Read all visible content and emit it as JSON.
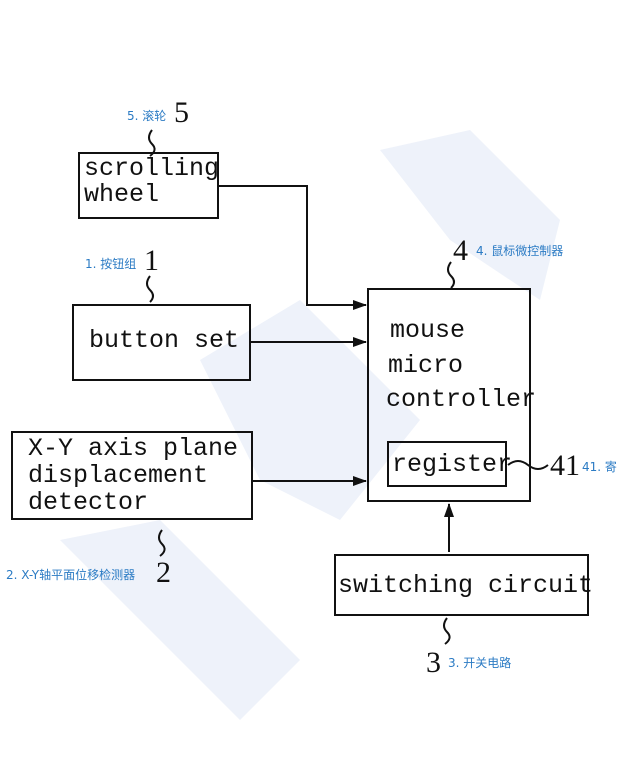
{
  "diagram": {
    "blocks": {
      "scrolling_wheel": {
        "lines": [
          "scrolling",
          "wheel"
        ],
        "ref": "5",
        "annotation": "5. 滚轮"
      },
      "button_set": {
        "lines": [
          "button set"
        ],
        "ref": "1",
        "annotation": "1. 按钮组"
      },
      "xy_detector": {
        "lines": [
          "X-Y axis plane",
          "displacement",
          "detector"
        ],
        "ref": "2",
        "annotation": "2. X-Y轴平面位移检测器"
      },
      "mouse_controller": {
        "lines": [
          "mouse",
          "micro",
          "controller"
        ],
        "ref": "4",
        "annotation": "4. 鼠标微控制器"
      },
      "register": {
        "lines": [
          "register"
        ],
        "ref": "41",
        "annotation": "41. 寄"
      },
      "switching_circuit": {
        "lines": [
          "switching circuit"
        ],
        "ref": "3",
        "annotation": "3. 开关电路"
      }
    },
    "connections": [
      {
        "from": "scrolling_wheel",
        "to": "mouse_controller"
      },
      {
        "from": "button_set",
        "to": "mouse_controller"
      },
      {
        "from": "xy_detector",
        "to": "mouse_controller"
      },
      {
        "from": "switching_circuit",
        "to": "mouse_controller"
      }
    ],
    "colors": {
      "line": "#111111",
      "annotation": "#2b7bc4",
      "watermark": "#eef2fa"
    }
  }
}
